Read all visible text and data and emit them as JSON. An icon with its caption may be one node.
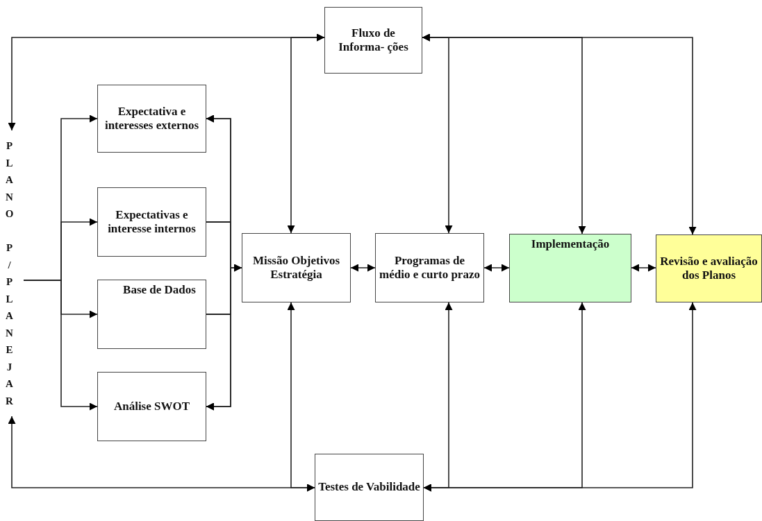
{
  "diagram": {
    "nodes": [
      {
        "text": [
          "Fluxo de Informa- ções"
        ]
      },
      {
        "text": [
          "PLANO P/PLANEJAR"
        ]
      },
      {
        "text": [
          "Expectativa e interesses externos"
        ]
      },
      {
        "text": [
          "Expectativas e interesse internos"
        ]
      },
      {
        "text": [
          "Base de Dados"
        ]
      },
      {
        "text": [
          "Análise SWOT"
        ]
      },
      {
        "text": [
          "Missão Objetivos Estratégia"
        ]
      },
      {
        "text": [
          "Programas de médio e curto prazo"
        ]
      },
      {
        "text": [
          "Implementação"
        ]
      },
      {
        "text": [
          "Revisão e avaliação dos Planos"
        ]
      },
      {
        "text": [
          "Testes de Vabilidade"
        ]
      }
    ],
    "edges": [
      {
        "from": 1,
        "to": 0,
        "arrow": "both"
      },
      {
        "from": 6,
        "to": 0,
        "arrow": "both"
      },
      {
        "from": 7,
        "to": 0,
        "arrow": "both"
      },
      {
        "from": 8,
        "to": 0,
        "arrow": "both"
      },
      {
        "from": 9,
        "to": 0,
        "arrow": "both"
      },
      {
        "from": 1,
        "to": 10,
        "arrow": "both"
      },
      {
        "from": 6,
        "to": 10,
        "arrow": "both"
      },
      {
        "from": 7,
        "to": 10,
        "arrow": "both"
      },
      {
        "from": 8,
        "to": 10,
        "arrow": "both"
      },
      {
        "from": 9,
        "to": 10,
        "arrow": "both"
      },
      {
        "from": 1,
        "to": 2,
        "arrow": "to"
      },
      {
        "from": 1,
        "to": 3,
        "arrow": "to"
      },
      {
        "from": 1,
        "to": 4,
        "arrow": "to"
      },
      {
        "from": 1,
        "to": 5,
        "arrow": "to"
      },
      {
        "from": 3,
        "to": 2,
        "arrow": "to"
      },
      {
        "from": 3,
        "to": 6,
        "arrow": "to"
      },
      {
        "from": 3,
        "to": 5,
        "arrow": "to"
      },
      {
        "from": 4,
        "to": 2,
        "arrow": "to"
      },
      {
        "from": 4,
        "to": 6,
        "arrow": "to"
      },
      {
        "from": 4,
        "to": 5,
        "arrow": "to"
      },
      {
        "from": 6,
        "to": 7,
        "arrow": "both"
      },
      {
        "from": 7,
        "to": 8,
        "arrow": "both"
      },
      {
        "from": 8,
        "to": 9,
        "arrow": "both"
      }
    ]
  }
}
